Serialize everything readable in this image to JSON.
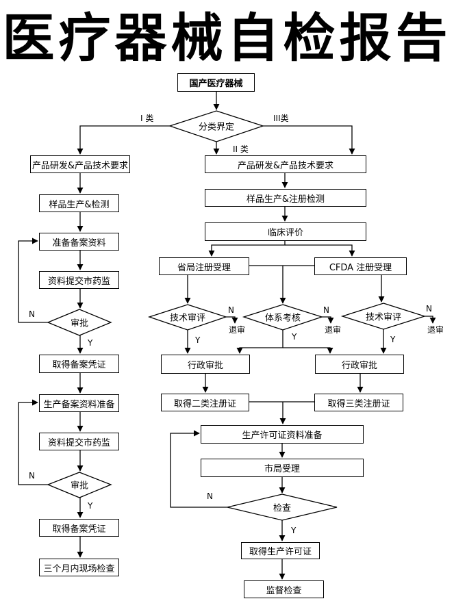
{
  "title": "医疗器械自检报告",
  "nodes": {
    "start": "国产医疗器械",
    "classify": "分类界定",
    "c1_rd": "产品研发&产品技术要求",
    "c1_sample": "样品生产&检测",
    "c1_prep": "准备备案资料",
    "c1_submit": "资料提交市药监",
    "c1_review": "审批",
    "c1_cert": "取得备案凭证",
    "c1_prod_prep": "生产备案资料准备",
    "c1_prod_submit": "资料提交市药监",
    "c1_prod_review": "审批",
    "c1_prod_cert": "取得备案凭证",
    "c1_inspect": "三个月内现场检查",
    "c23_rd": "产品研发&产品技术要求",
    "c23_sample": "样品生产&注册检测",
    "clinical": "临床评价",
    "prov_accept": "省局注册受理",
    "cfda_accept": "CFDA 注册受理",
    "tech_review_l": "技术审评",
    "system_check": "体系考核",
    "tech_review_r": "技术审评",
    "admin_l": "行政审批",
    "admin_r": "行政审批",
    "cert2": "取得二类注册证",
    "cert3": "取得三类注册证",
    "license_prep": "生产许可证资料准备",
    "city_accept": "市局受理",
    "inspect": "检查",
    "license_get": "取得生产许可证",
    "supervise": "监督检查"
  },
  "labels": {
    "class1": "I 类",
    "class2": "II 类",
    "class3": "III类",
    "no": "N",
    "yes": "Y",
    "reject": "退审"
  }
}
